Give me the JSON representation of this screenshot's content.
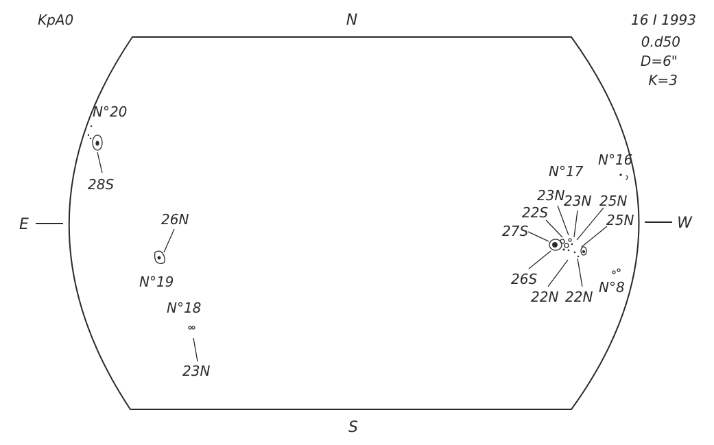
{
  "header": {
    "left_code": "KpA0",
    "date": "16 I 1993",
    "time": "0.d50",
    "diameter": "D=6\"",
    "coefficient": "K=3"
  },
  "cardinals": {
    "north": "N",
    "south": "S",
    "east": "E",
    "west": "W"
  },
  "groups": {
    "g20": {
      "number": "N°20",
      "latitude": "28S"
    },
    "g19": {
      "number": "N°19",
      "latitude": "26N"
    },
    "g18": {
      "number": "N°18",
      "latitude": "23N"
    },
    "g17": {
      "number": "N°17",
      "labels": [
        "23N",
        "23N",
        "25N",
        "22S",
        "25N",
        "27S",
        "26S",
        "22N",
        "22N"
      ]
    },
    "g16": {
      "number": "N°16"
    },
    "g8": {
      "number": "N°8"
    }
  },
  "colors": {
    "ink": "#2a2a2a",
    "paper": "#ffffff"
  }
}
